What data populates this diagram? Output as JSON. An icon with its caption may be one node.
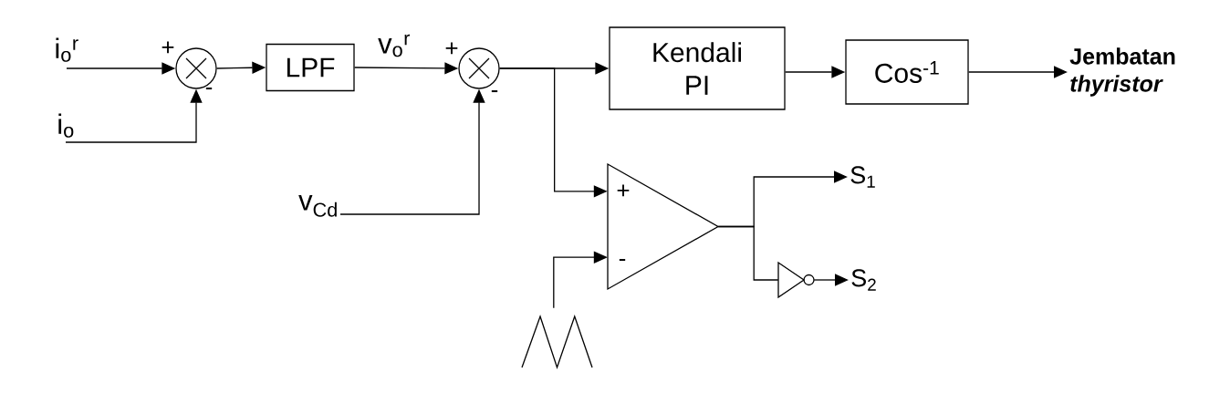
{
  "diagram": {
    "nodes": [
      {
        "text": [
          "i$_{o}$$^{r}$"
        ]
      },
      {
        "text": [
          "i$_{o}$"
        ]
      },
      {
        "text": [],
        "shape": "circle"
      },
      {
        "text": [
          "LPF"
        ]
      },
      {
        "text": [
          "v$_{Cd}$"
        ]
      },
      {
        "text": [],
        "shape": "circle"
      },
      {
        "text": [
          "Kendali PI"
        ]
      },
      {
        "text": [
          "Cos$^{-1}$"
        ]
      },
      {
        "text": [
          "Jembatan *thyristor*"
        ]
      },
      {
        "text": [],
        "shape": "triangle"
      },
      {
        "text": [],
        "shape": "waveform"
      },
      {
        "text": [
          "S$_{1}$"
        ]
      },
      {
        "text": [],
        "shape": "triangle"
      },
      {
        "text": [
          "S$_{2}$"
        ]
      }
    ],
    "edges": [
      {
        "from": 0,
        "to": 2,
        "arrow": "to"
      },
      {
        "from": 1,
        "to": 2,
        "arrow": "to"
      },
      {
        "from": 2,
        "to": 3,
        "arrow": "to"
      },
      {
        "from": 3,
        "to": 5,
        "arrow": "to",
        "label": "v$_{o}$$^{r}$"
      },
      {
        "from": 4,
        "to": 5,
        "arrow": "to"
      },
      {
        "from": 5,
        "to": 6,
        "arrow": "to"
      },
      {
        "from": 5,
        "to": 9,
        "arrow": "to"
      },
      {
        "from": 6,
        "to": 7,
        "arrow": "to"
      },
      {
        "from": 7,
        "to": 8,
        "arrow": "to"
      },
      {
        "from": 10,
        "to": 9,
        "arrow": "to"
      },
      {
        "from": 9,
        "to": 11,
        "arrow": "to"
      },
      {
        "from": 9,
        "to": 12,
        "arrow": "none"
      },
      {
        "from": 12,
        "to": 13,
        "arrow": "to"
      }
    ],
    "labels": [
      "+",
      "-",
      "+",
      "-",
      "+",
      "-"
    ]
  }
}
